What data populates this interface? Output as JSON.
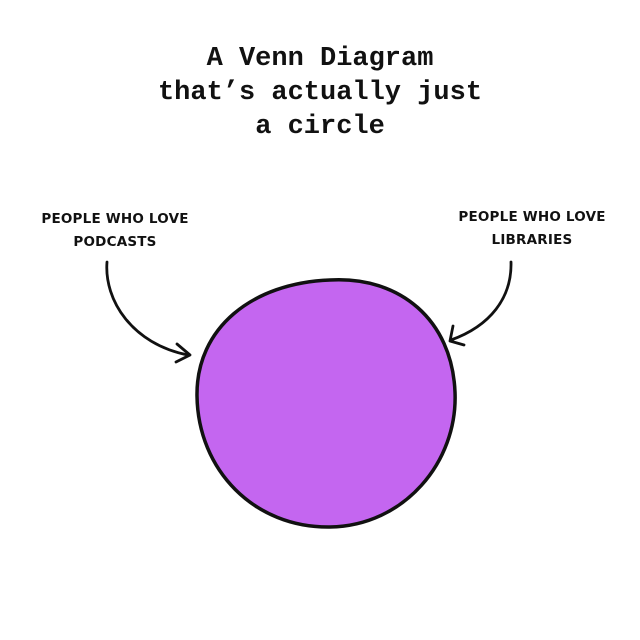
{
  "title": {
    "line1": "A Venn Diagram",
    "line2": "that’s actually just",
    "line3": "a circle"
  },
  "labels": {
    "left": {
      "line1": "PEOPLE WHO LOVE",
      "line2": "PODCASTS"
    },
    "right": {
      "line1": "PEOPLE WHO LOVE",
      "line2": "LIBRARIES"
    }
  },
  "colors": {
    "circle_fill": "#c466f0",
    "outline": "#111111"
  }
}
